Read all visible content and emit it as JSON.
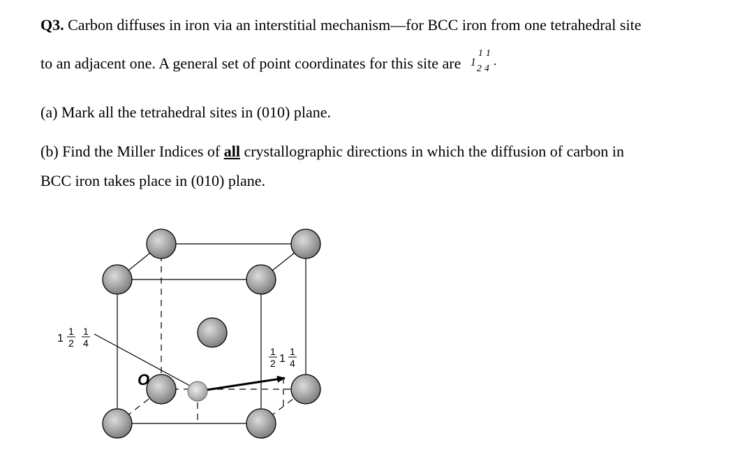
{
  "question": {
    "number": "Q3.",
    "line1": "Carbon diffuses in iron via an interstitial mechanism—for BCC iron from one tetrahedral site",
    "line2": "to an adjacent one.  A general set of point coordinates for this site are",
    "coordinates": {
      "whole": "1",
      "num1": "1",
      "num2": "1",
      "den1": "2",
      "den2": "4",
      "end": "."
    },
    "part_a": "(a) Mark all the tetrahedral sites in (010) plane.",
    "part_b_pre": "(b) Find the Miller Indices of ",
    "part_b_emph": "all",
    "part_b_post": " crystallographic directions in which the diffusion of carbon in",
    "part_b_line2": "BCC iron takes place in (010) plane."
  },
  "figure": {
    "origin_label": "O",
    "label_left": {
      "a": "1",
      "bn": "1",
      "bd": "2",
      "cn": "1",
      "cd": "4"
    },
    "label_right": {
      "an": "1",
      "ad": "2",
      "b": "1",
      "cn": "1",
      "cd": "4"
    },
    "colors": {
      "atom": "#8a8a8a",
      "atom_highlight": "#d8d8d8",
      "carbon": "#b5b5b5",
      "line": "#000000"
    }
  }
}
